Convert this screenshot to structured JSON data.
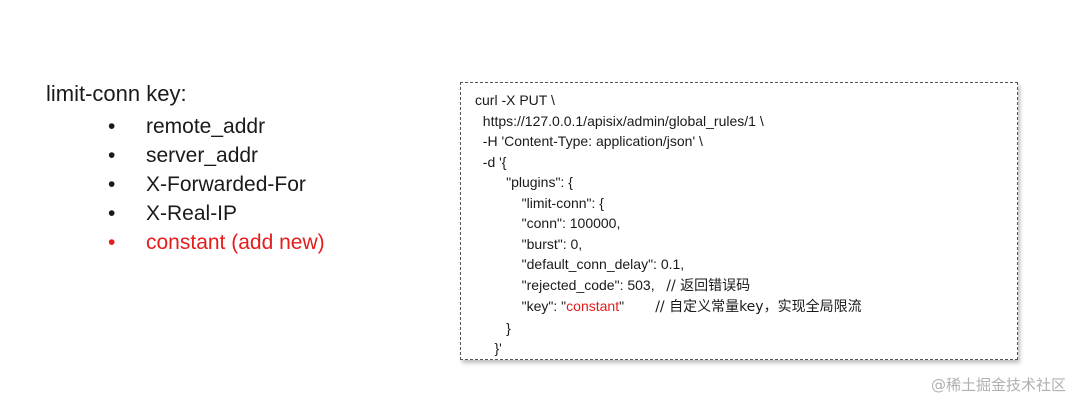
{
  "left": {
    "title": "limit-conn key:",
    "items": [
      {
        "label": "remote_addr"
      },
      {
        "label": "server_addr"
      },
      {
        "label": "X-Forwarded-For"
      },
      {
        "label": "X-Real-IP"
      },
      {
        "label": "constant (add new)"
      }
    ],
    "bullet": "•"
  },
  "code": {
    "lines": [
      "curl -X PUT \\",
      "  https://127.0.0.1/apisix/admin/global_rules/1 \\",
      "  -H 'Content-Type: application/json' \\",
      "  -d '{",
      "        \"plugins\": {",
      "            \"limit-conn\": {",
      "            \"conn\": 100000,",
      "            \"burst\": 0,",
      "            \"default_conn_delay\": 0.1,",
      "            \"rejected_code\": 503,   ",
      "            \"key\": \"",
      "        }",
      "     }'"
    ],
    "rejected_comment": "// 返回错误码",
    "key_value": "constant",
    "key_after": "\"        ",
    "key_comment": "// 自定义常量key，实现全局限流"
  },
  "watermark": "@稀土掘金技术社区",
  "colors": {
    "highlight": "#e51c1c",
    "text": "#1a1a1a"
  }
}
